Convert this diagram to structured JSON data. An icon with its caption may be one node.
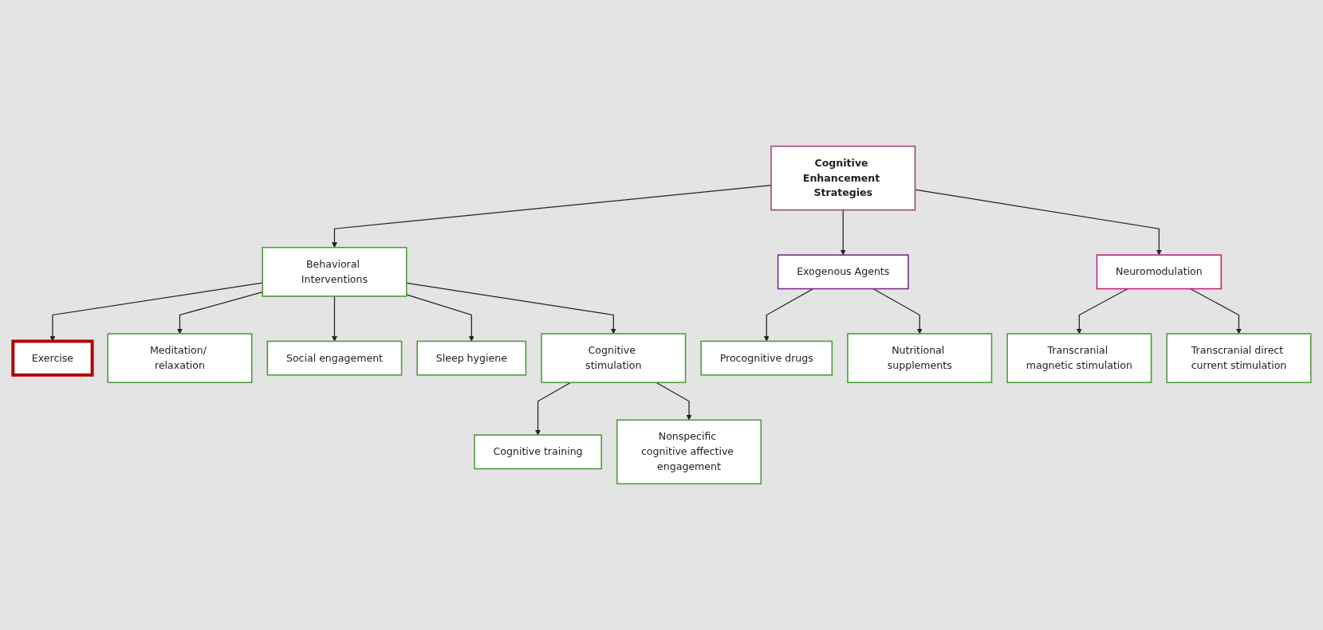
{
  "diagram": {
    "nodes": [
      {
        "text": [
          "Cognitive Enhancement Strategies"
        ]
      },
      {
        "text": [
          "Behavioral Interventions"
        ]
      },
      {
        "text": [
          "Exogenous Agents"
        ]
      },
      {
        "text": [
          "Neuromodulation"
        ]
      },
      {
        "text": [
          "Exercise"
        ]
      },
      {
        "text": [
          "Meditation/ relaxation"
        ]
      },
      {
        "text": [
          "Social engagement"
        ]
      },
      {
        "text": [
          "Sleep hygiene"
        ]
      },
      {
        "text": [
          "Cognitive stimulation"
        ]
      },
      {
        "text": [
          "Procognitive drugs"
        ]
      },
      {
        "text": [
          "Nutritional supplements"
        ]
      },
      {
        "text": [
          "Transcranial magnetic stimulation"
        ]
      },
      {
        "text": [
          "Transcranial direct current stimulation"
        ]
      },
      {
        "text": [
          "Cognitive training"
        ]
      },
      {
        "text": [
          "Nonspecific cognitive affective engagement"
        ]
      }
    ],
    "edges": [
      {
        "from": 0,
        "to": 1,
        "arrow": "to"
      },
      {
        "from": 0,
        "to": 2,
        "arrow": "to"
      },
      {
        "from": 0,
        "to": 3,
        "arrow": "to"
      },
      {
        "from": 1,
        "to": 4,
        "arrow": "to"
      },
      {
        "from": 1,
        "to": 5,
        "arrow": "to"
      },
      {
        "from": 1,
        "to": 6,
        "arrow": "to"
      },
      {
        "from": 1,
        "to": 7,
        "arrow": "to"
      },
      {
        "from": 1,
        "to": 8,
        "arrow": "to"
      },
      {
        "from": 2,
        "to": 9,
        "arrow": "to"
      },
      {
        "from": 2,
        "to": 10,
        "arrow": "to"
      },
      {
        "from": 3,
        "to": 11,
        "arrow": "to"
      },
      {
        "from": 3,
        "to": 12,
        "arrow": "to"
      },
      {
        "from": 8,
        "to": 13,
        "arrow": "to"
      },
      {
        "from": 8,
        "to": 14,
        "arrow": "to"
      }
    ]
  }
}
